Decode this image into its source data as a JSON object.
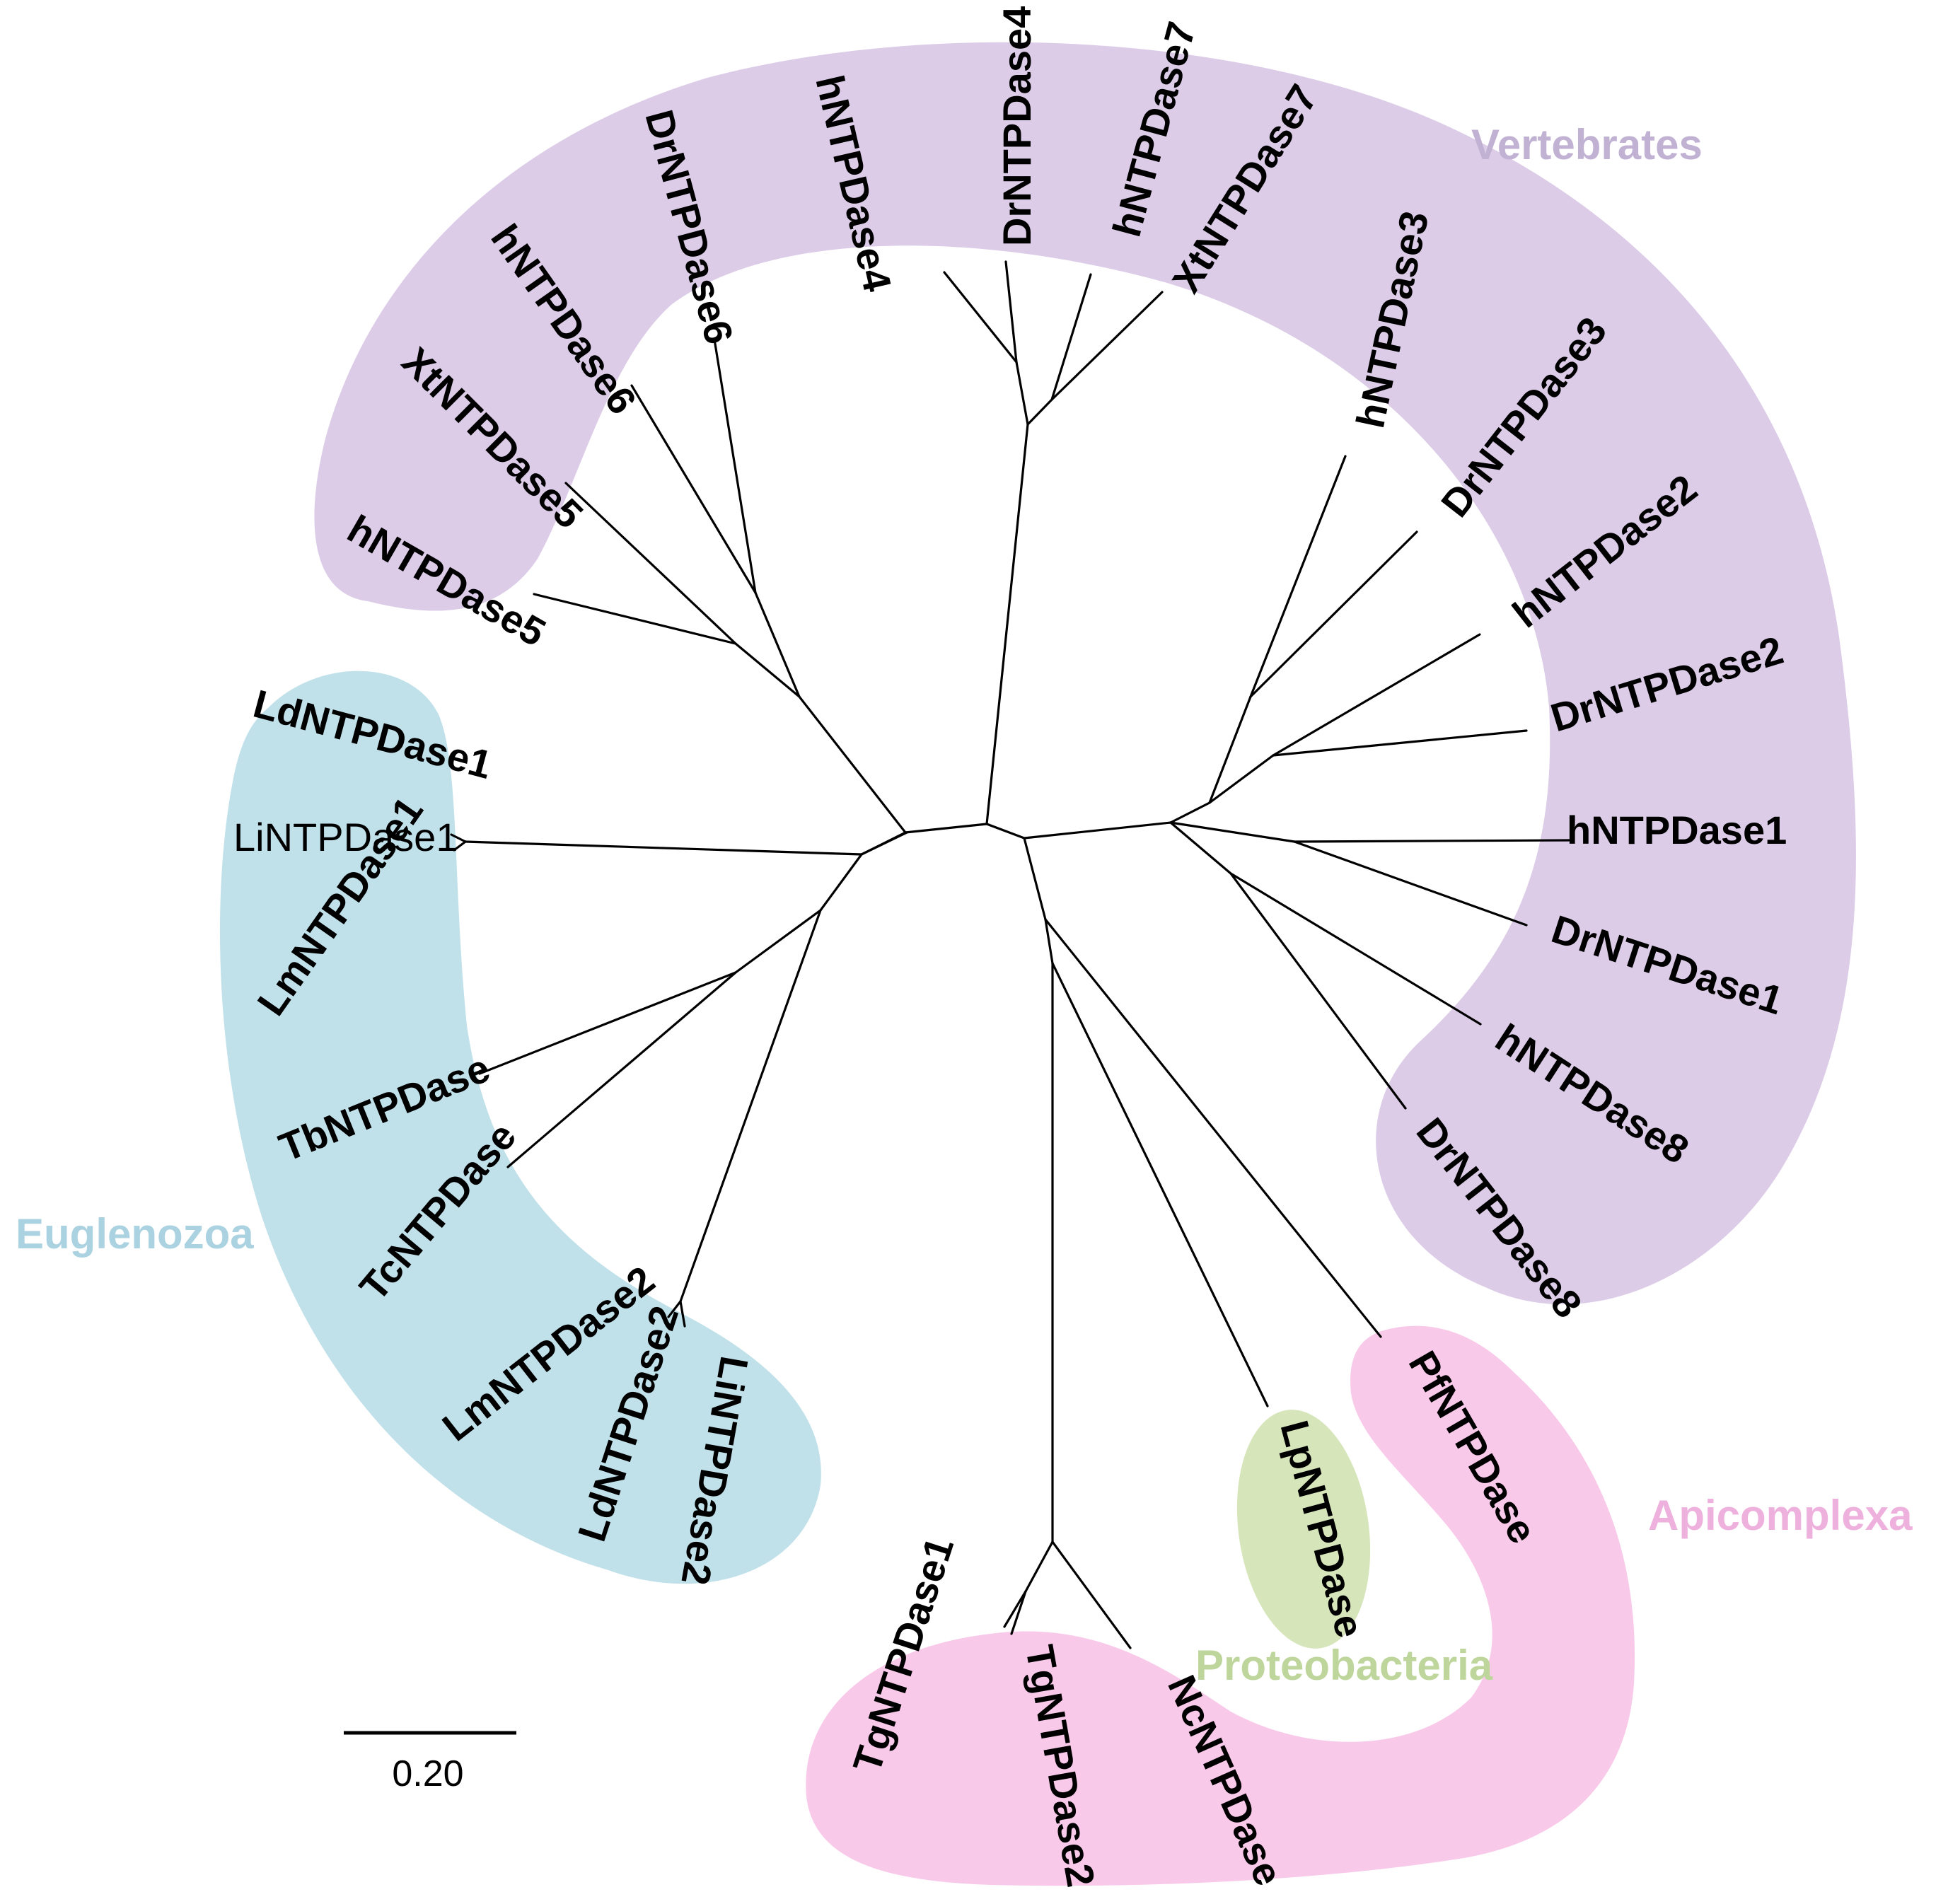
{
  "groups": {
    "vertebrates": {
      "label": "Vertebrates",
      "color": "#dccce8",
      "label_color": "#c1b2d4"
    },
    "euglenozoa": {
      "label": "Euglenozoa",
      "color": "#c1e1ea",
      "label_color": "#abd2e0"
    },
    "apicomplexa": {
      "label": "Apicomplexa",
      "color": "#f9c9ea",
      "label_color": "#eeb0dc"
    },
    "proteobacteria": {
      "label": "Proteobacteria",
      "color": "#d7e5bb",
      "label_color": "#bed69c"
    }
  },
  "leaves": {
    "hNTPDase5": "hNTPDase5",
    "XtNTPDase5": "XtNTPDase5",
    "hNTPDase6": "hNTPDase6",
    "DrNTPDase6": "DrNTPDase6",
    "hNTPDase4": "hNTPDase4",
    "DrNTPDase4": "DrNTPDase4",
    "hNTPDase7": "hNTPDase7",
    "XtNTPDase7": "XtNTPDase7",
    "hNTPDase3": "hNTPDase3",
    "DrNTPDase3": "DrNTPDase3",
    "hNTPDase2": "hNTPDase2",
    "DrNTPDase2": "DrNTPDase2",
    "hNTPDase1": "hNTPDase1",
    "DrNTPDase1": "DrNTPDase1",
    "hNTPDase8": "hNTPDase8",
    "DrNTPDase8": "DrNTPDase8",
    "LdNTPDase1": "LdNTPDase1",
    "LiNTPDase1": "LiNTPDase1",
    "LmNTPDase1": "LmNTPDase1",
    "TbNTPDase": "TbNTPDase",
    "TcNTPDase": "TcNTPDase",
    "LmNTPDase2": "LmNTPDase2",
    "LdNTPDase2": "LdNTPDase2",
    "LiNTPDase2": "LiNTPDase2",
    "PfNTPDase": "PfNTPDase",
    "LpNTPDase": "LpNTPDase",
    "TgNTPDase1": "TgNTPDase1",
    "TgNTPDase2": "TgNTPDase2",
    "NcNTPDase": "NcNTPDase"
  },
  "scale_bar": {
    "label": "0.20"
  }
}
